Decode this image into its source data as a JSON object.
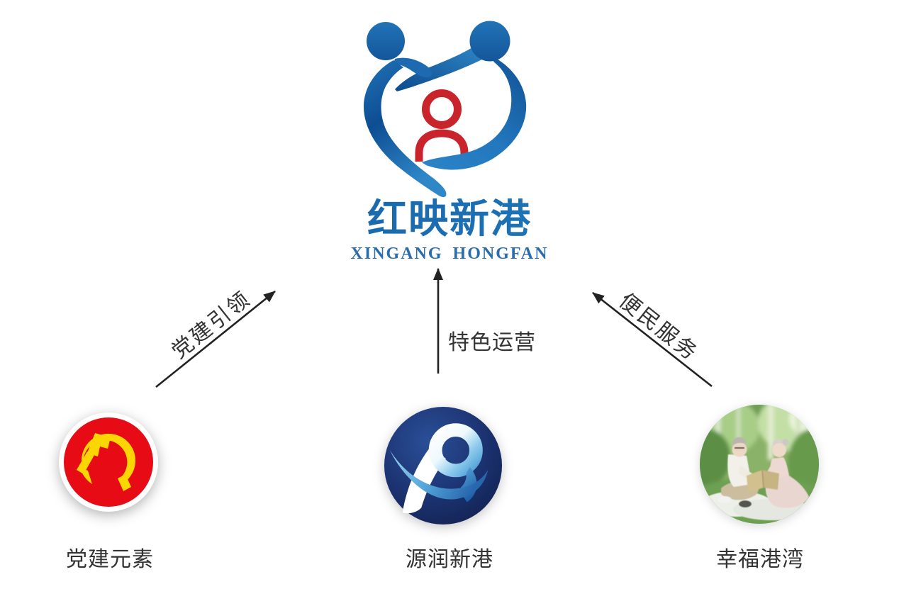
{
  "brand": {
    "title": "红映新港",
    "subtitle": "XINGANG HONGFAN"
  },
  "connections": [
    {
      "id": "party-leadership",
      "label": "党建引领",
      "direction": "diagonal-up-right"
    },
    {
      "id": "featured-operation",
      "label": "特色运营",
      "direction": "up"
    },
    {
      "id": "convenient-service",
      "label": "便民服务",
      "direction": "diagonal-up-left"
    }
  ],
  "nodes": [
    {
      "id": "party-element",
      "label": "党建元素",
      "icon": "cpc-party-emblem-icon"
    },
    {
      "id": "yuanrun-xingang",
      "label": "源润新港",
      "icon": "yuanrun-xingang-logo-icon"
    },
    {
      "id": "happy-harbor",
      "label": "幸福港湾",
      "icon": "elderly-couple-photo"
    }
  ],
  "colors": {
    "brand_blue_dark": "#0f4c8e",
    "brand_blue": "#1d6ab0",
    "brand_blue_light": "#2e8fc8",
    "brand_red": "#c9232c",
    "title_blue": "#1966ae",
    "subtitle_blue": "#2a6cad",
    "emblem_red": "#e60b14",
    "emblem_gold": "#fcd602",
    "logo_navy": "#16295e",
    "arrow_color": "#222222",
    "label_color": "#333333",
    "background": "#ffffff"
  }
}
